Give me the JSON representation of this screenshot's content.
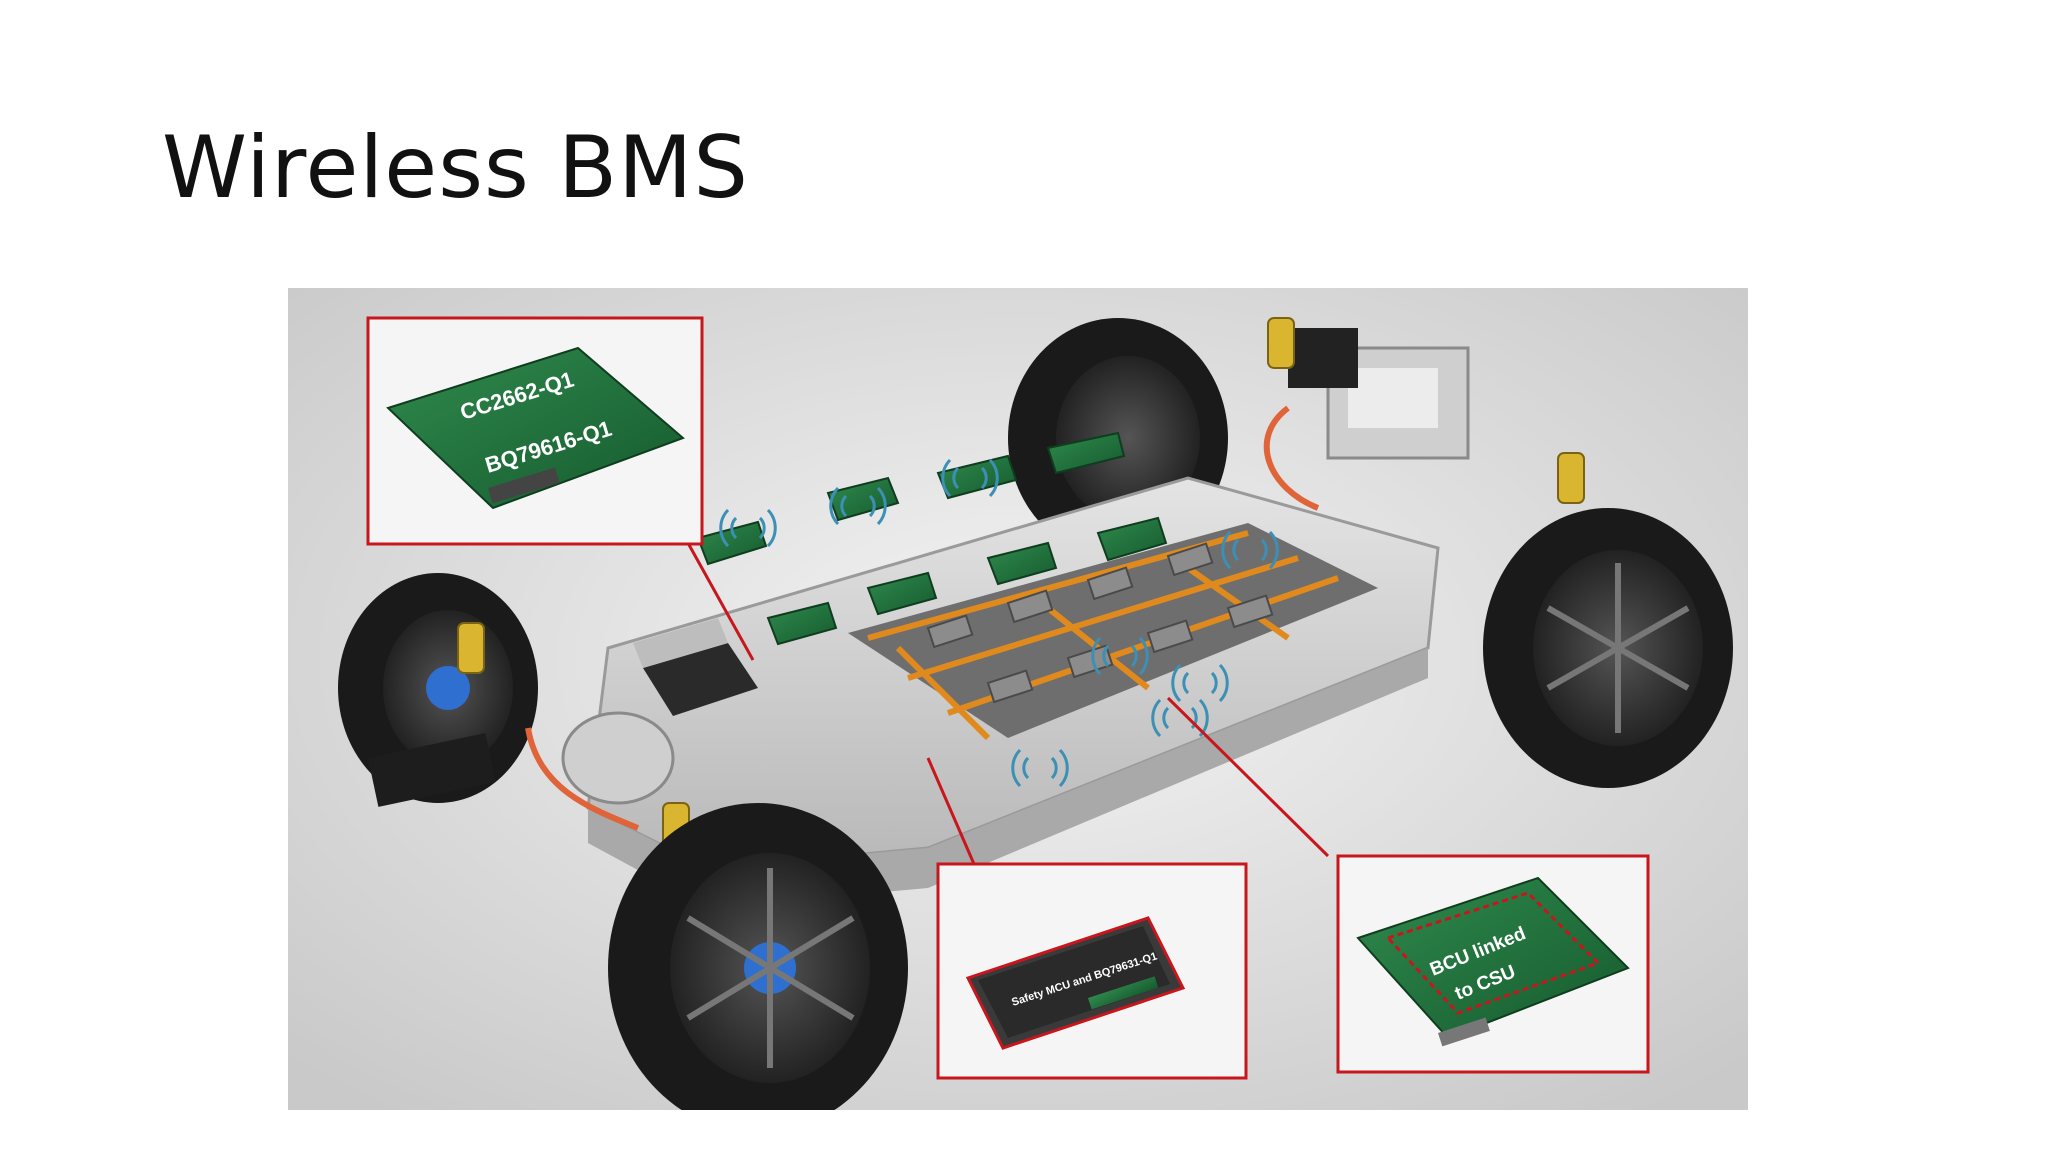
{
  "slide": {
    "title": "Wireless BMS"
  },
  "figure": {
    "callouts": {
      "top_left": {
        "line1": "CC2662-Q1",
        "line2": "BQ79616-Q1"
      },
      "bottom_middle": {
        "text": "Safety MCU and BQ79631-Q1"
      },
      "bottom_right": {
        "line1": "BCU linked",
        "line2": "to CSU"
      }
    },
    "colors": {
      "callout_border": "#c8161d",
      "pcb_green": "#1e6b3a",
      "battery_orange": "#e08a1e",
      "wireless_blue": "#3c8fb5",
      "tire": "#1a1a1a"
    }
  }
}
